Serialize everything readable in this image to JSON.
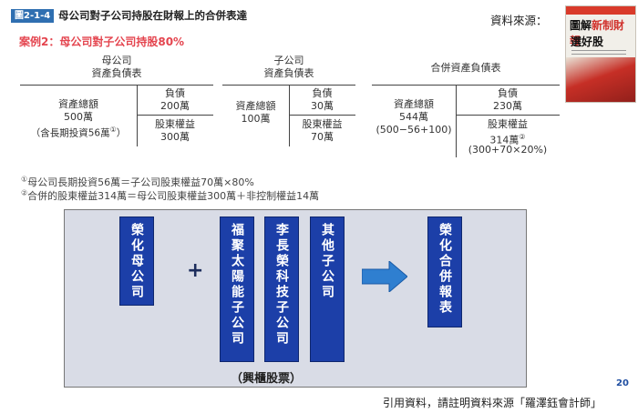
{
  "header": {
    "figure_tag": "圖2-1-4",
    "figure_title": "母公司對子公司持股在財報上的合併表達",
    "case_title": "案例2：母公司對子公司持股80%",
    "source_label": "資料來源："
  },
  "book_cover": {
    "title_black": "圖解",
    "title_red": "新制財報",
    "subtitle": "選好股"
  },
  "sheets": {
    "parent": {
      "name_line1": "母公司",
      "name_line2": "資產負債表",
      "assets_label": "資產總額",
      "assets_value": "500萬",
      "assets_note": "（含長期投資56萬",
      "assets_note_mark": "①",
      "assets_note_end": "）",
      "liab_label": "負債",
      "liab_value": "200萬",
      "equity_label": "股東權益",
      "equity_value": "300萬"
    },
    "subsidiary": {
      "name_line1": "子公司",
      "name_line2": "資產負債表",
      "assets_label": "資產總額",
      "assets_value": "100萬",
      "liab_label": "負債",
      "liab_value": "30萬",
      "equity_label": "股東權益",
      "equity_value": "70萬"
    },
    "consolidated": {
      "name": "合併資產負債表",
      "assets_label": "資產總額",
      "assets_value": "544萬",
      "assets_calc": "(500−56+100)",
      "liab_label": "負債",
      "liab_value": "230萬",
      "equity_label": "股東權益",
      "equity_value": "314萬",
      "equity_mark": "②",
      "equity_calc": "(300+70×20%)"
    }
  },
  "notes": [
    {
      "mark": "①",
      "text": "母公司長期投資56萬＝子公司股東權益70萬×80%"
    },
    {
      "mark": "②",
      "text": "合併的股東權益314萬＝母公司股東權益300萬＋非控制權益14萬"
    }
  ],
  "diagram": {
    "parent_company": "榮化母公司",
    "plus": "+",
    "subsidiaries": [
      "福聚太陽能子公司",
      "李長榮科技子公司",
      "其他子公司"
    ],
    "result": "榮化合併報表",
    "caption": "（興櫃股票）",
    "colors": {
      "box": "#1c3fa8",
      "arrow": "#2f7fd0",
      "panel": "#d9dce6"
    }
  },
  "page_number": "20",
  "footer": "引用資料，請註明資料來源「羅澤鈺會計師」"
}
